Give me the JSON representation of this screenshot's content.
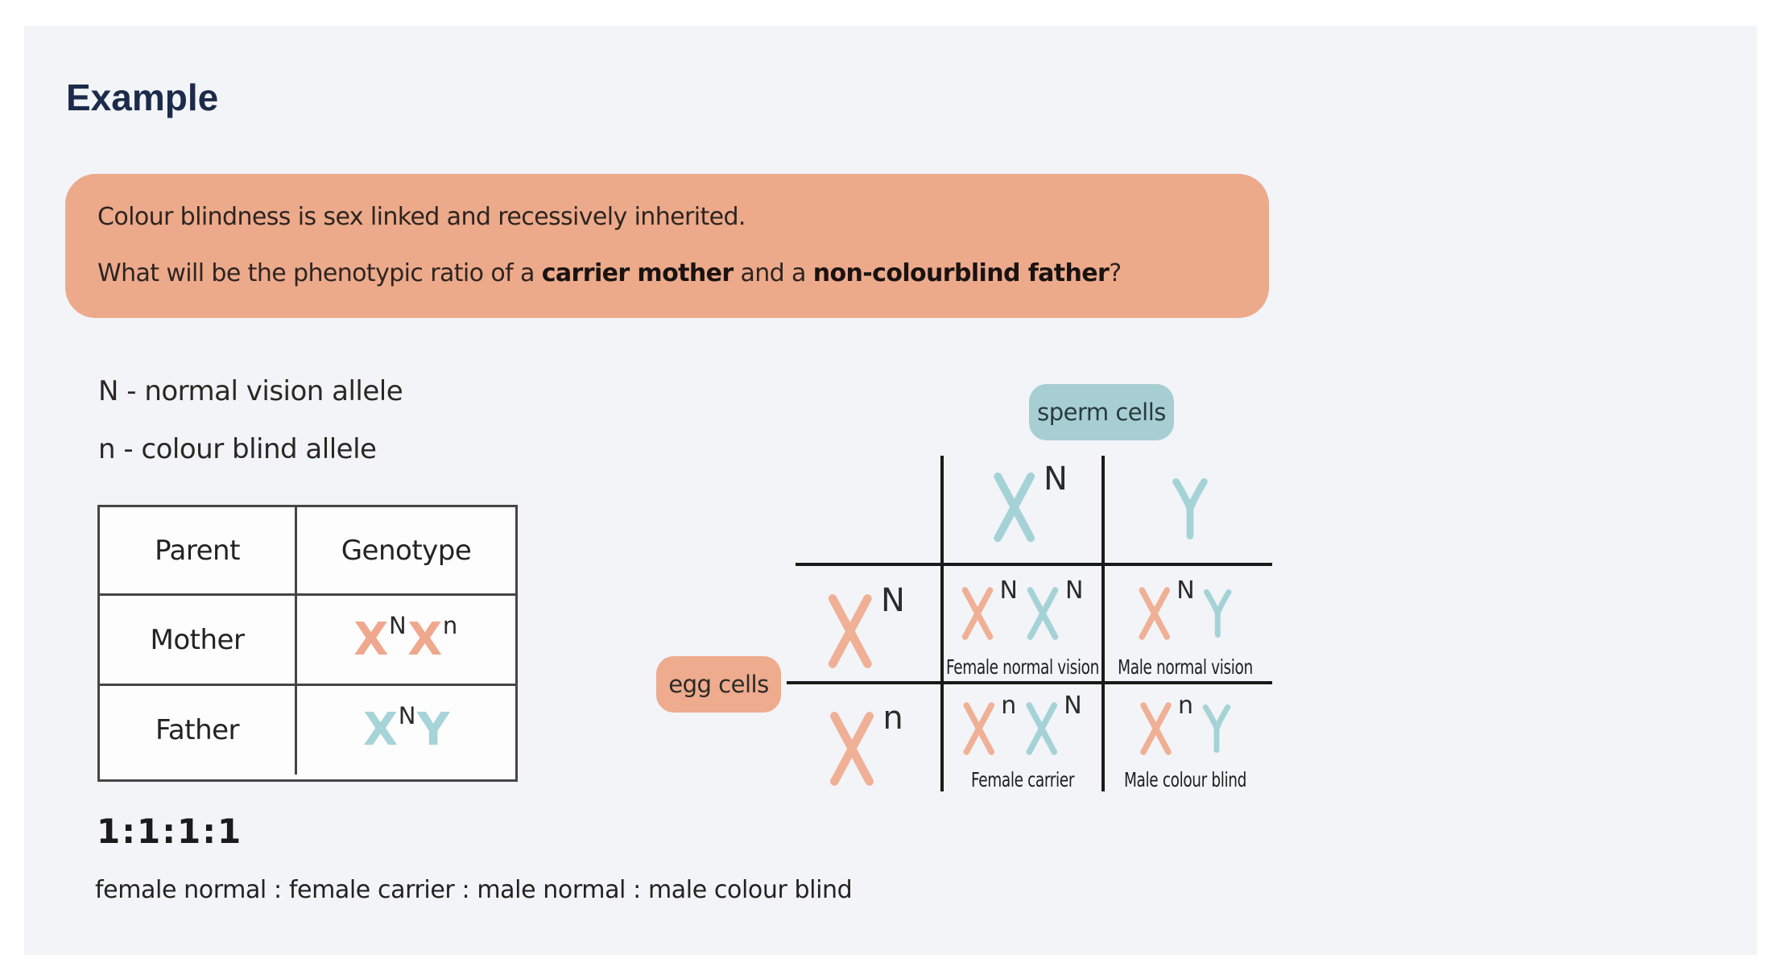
{
  "heading": "Example",
  "question": {
    "line1": "Colour blindness is sex linked and recessively inherited.",
    "line2_pre": "What will be the phenotypic ratio of a ",
    "line2_bold1": "carrier mother",
    "line2_mid": " and a ",
    "line2_bold2": "non-colourblind father",
    "line2_end": "?"
  },
  "allele_key": {
    "line1": "N - normal vision allele",
    "line2": "n - colour blind allele"
  },
  "parent_table": {
    "headers": [
      "Parent",
      "Genotype"
    ],
    "rows": [
      {
        "parent": "Mother",
        "genotype": [
          {
            "chrom": "X",
            "allele": "N",
            "color": "salmon"
          },
          {
            "chrom": "X",
            "allele": "n",
            "color": "salmon"
          }
        ]
      },
      {
        "parent": "Father",
        "genotype": [
          {
            "chrom": "X",
            "allele": "N",
            "color": "blue"
          },
          {
            "chrom": "Y",
            "allele": "",
            "color": "blue"
          }
        ]
      }
    ]
  },
  "punnett": {
    "sperm_label": "sperm cells",
    "egg_label": "egg cells",
    "col_headers": [
      {
        "chrom": "X",
        "allele": "N",
        "color": "blue"
      },
      {
        "chrom": "Y",
        "allele": "",
        "color": "blue"
      }
    ],
    "row_headers": [
      {
        "chrom": "X",
        "allele": "N",
        "color": "salmon"
      },
      {
        "chrom": "X",
        "allele": "n",
        "color": "salmon"
      }
    ],
    "cells": [
      {
        "chromosomes": [
          {
            "chrom": "X",
            "allele": "N",
            "color": "salmon"
          },
          {
            "chrom": "X",
            "allele": "N",
            "color": "blue"
          }
        ],
        "label": "Female normal vision"
      },
      {
        "chromosomes": [
          {
            "chrom": "X",
            "allele": "N",
            "color": "salmon"
          },
          {
            "chrom": "Y",
            "allele": "",
            "color": "blue"
          }
        ],
        "label": "Male normal vision"
      },
      {
        "chromosomes": [
          {
            "chrom": "X",
            "allele": "n",
            "color": "salmon"
          },
          {
            "chrom": "X",
            "allele": "N",
            "color": "blue"
          }
        ],
        "label": "Female carrier"
      },
      {
        "chromosomes": [
          {
            "chrom": "X",
            "allele": "n",
            "color": "salmon"
          },
          {
            "chrom": "Y",
            "allele": "",
            "color": "blue"
          }
        ],
        "label": "Male colour blind"
      }
    ]
  },
  "result": {
    "ratio": "1:1:1:1",
    "phenotypes": "female normal : female carrier : male normal : male colour blind"
  },
  "colors": {
    "panel_background": "#f2f4f8",
    "heading_navy": "#1d2b4a",
    "question_box_salmon": "#ecaa8b",
    "egg_box_salmon": "#eeab8e",
    "sperm_box_teal": "#a7ced3",
    "chromosome_salmon": "#f0b095",
    "chromosome_blue": "#a5d2d7",
    "grid_line": "#1a1a1a"
  }
}
